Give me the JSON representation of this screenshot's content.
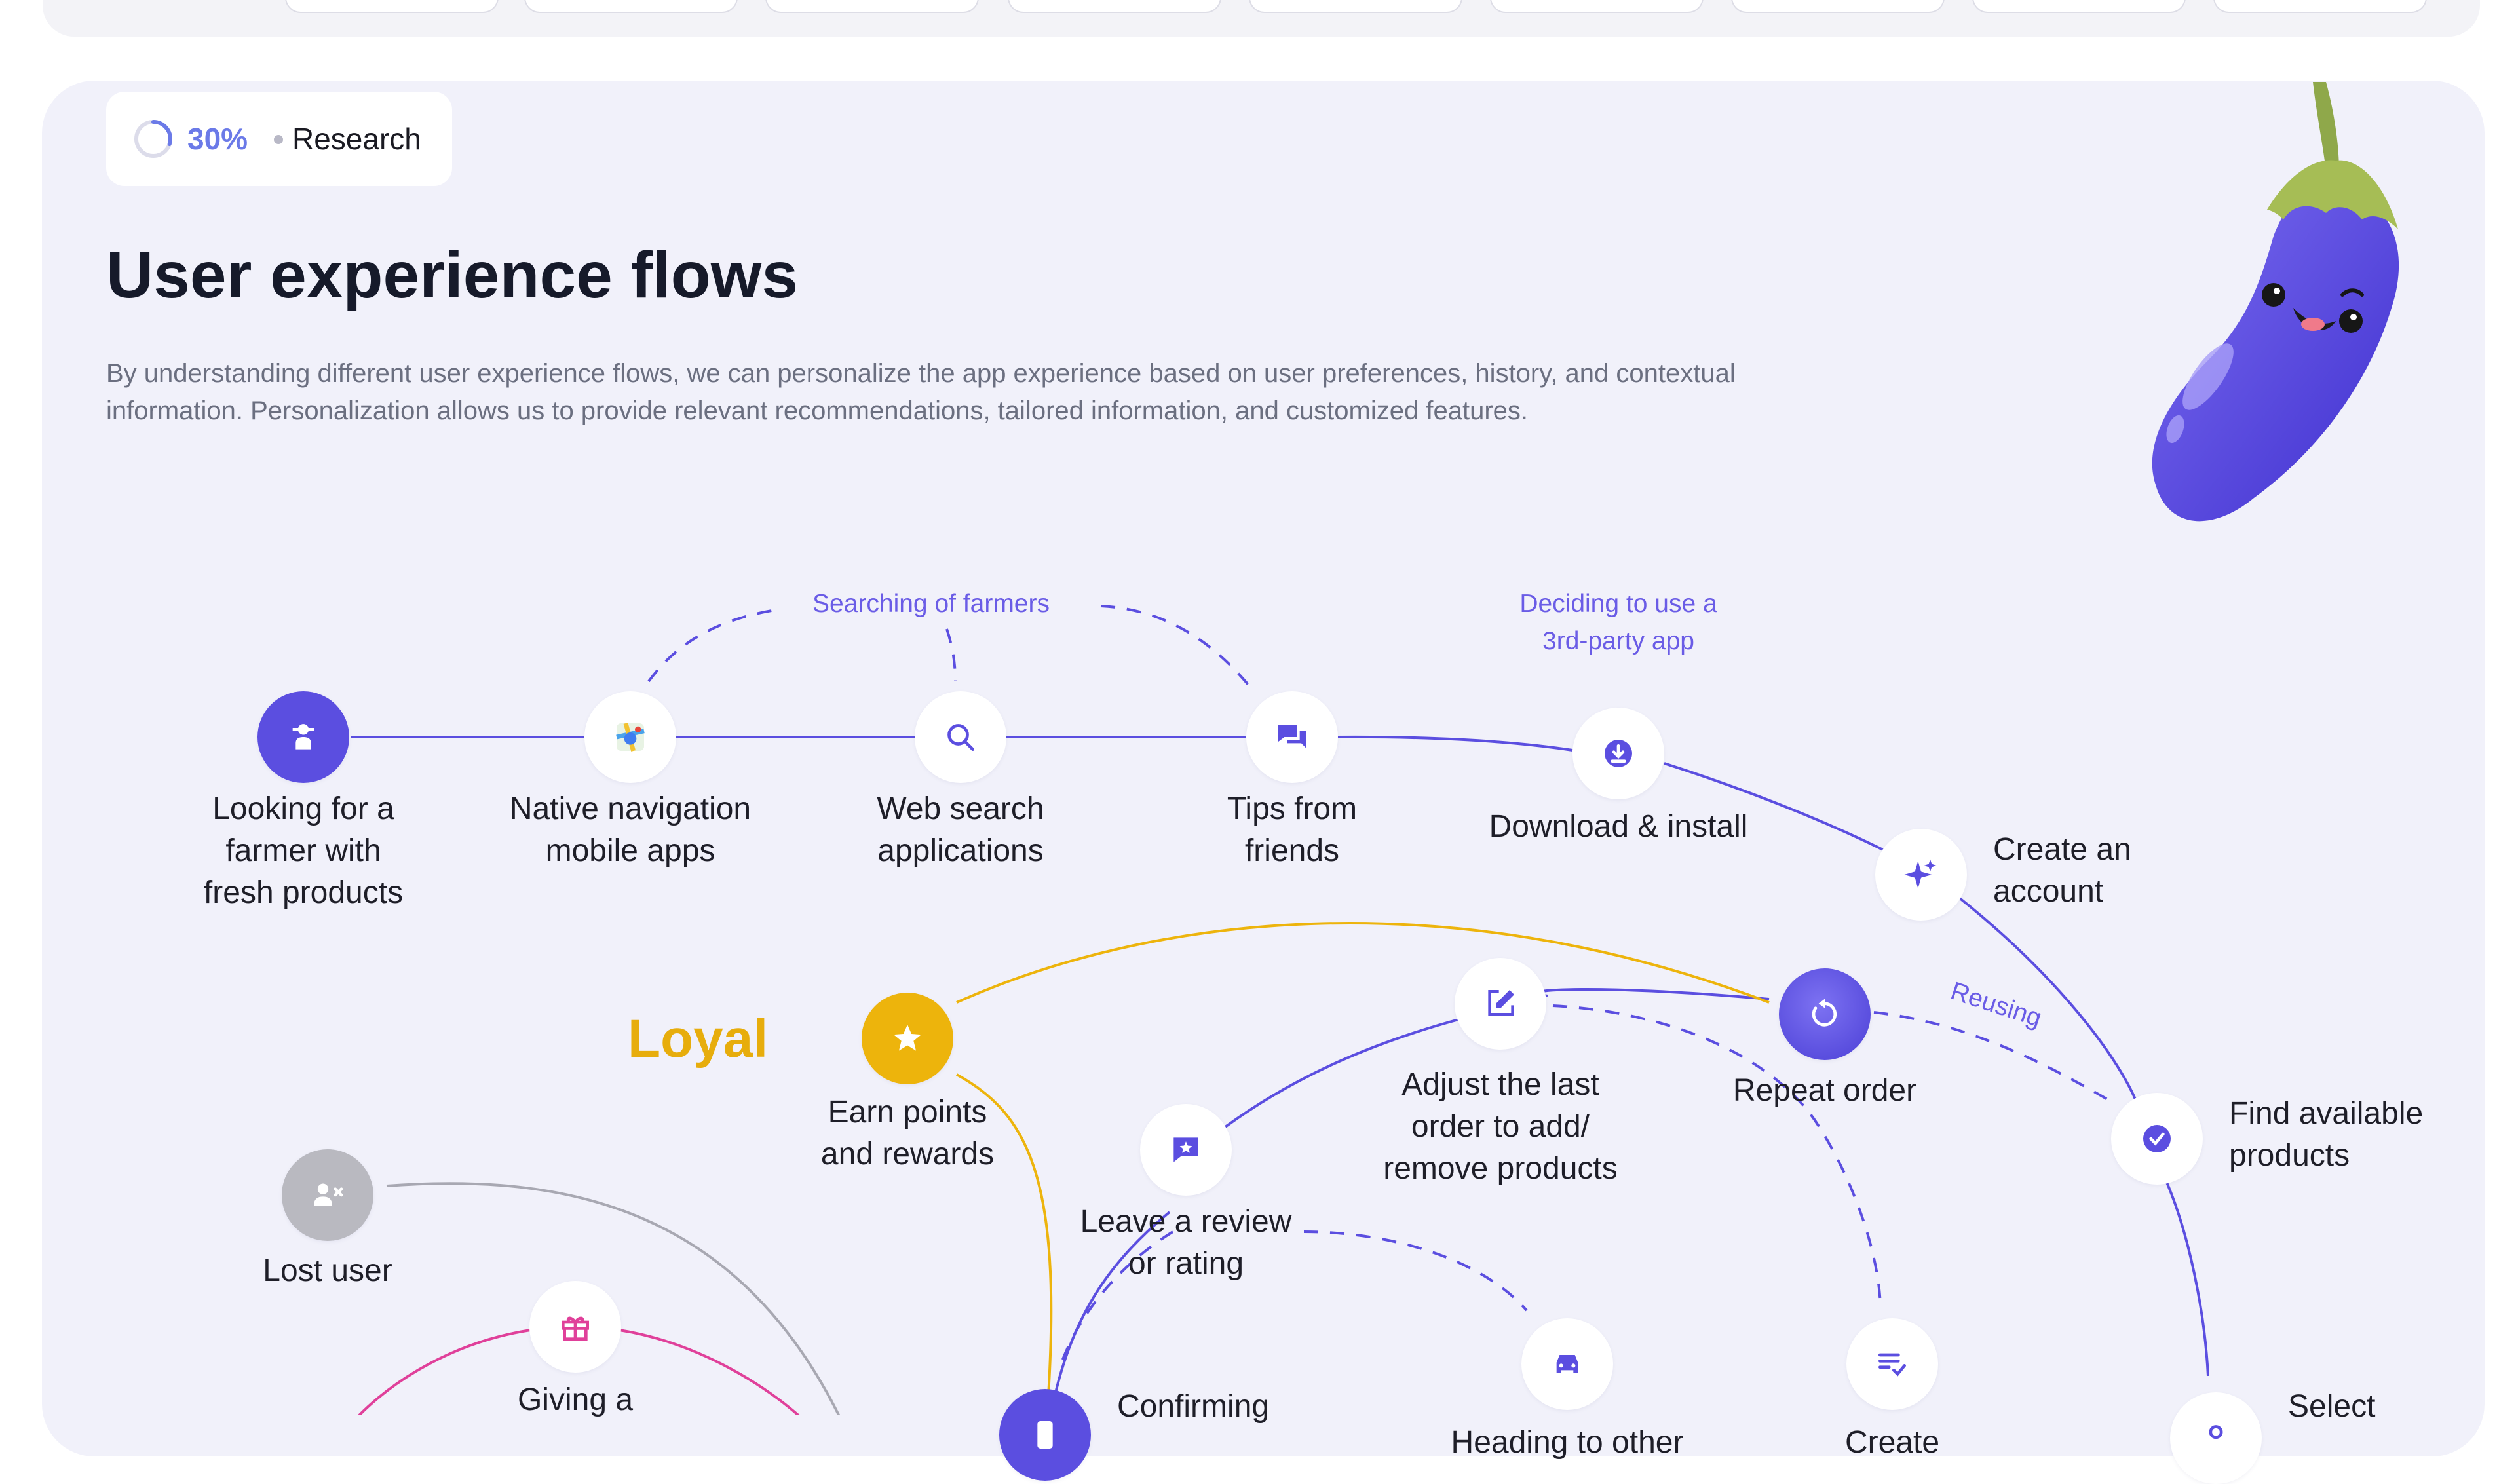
{
  "header": {
    "progress": {
      "percent_label": "30%",
      "value": 0.3,
      "stage": "Research"
    },
    "title": "User experience flows",
    "description": "By understanding different user experience flows, we can personalize the app experience based on user preferences, history, and contextual information. Personalization allows us to provide relevant recommendations, tailored information, and customized features."
  },
  "colors": {
    "accent": "#5b4ee0",
    "loyal": "#edb40c",
    "lost": "#b9b9c0",
    "gift": "#e0409a",
    "background": "#f1f1fa"
  },
  "flow": {
    "annotations": {
      "searching": "Searching of farmers",
      "deciding_line1": "Deciding to use a",
      "deciding_line2": "3rd-party app",
      "reusing": "Reusing"
    },
    "segment_loyal": "Loyal",
    "nodes": {
      "looking": {
        "icon": "farmer-icon",
        "line1": "Looking for a",
        "line2": "farmer with",
        "line3": "fresh products"
      },
      "native_nav": {
        "icon": "maps-app-icon",
        "line1": "Native navigation",
        "line2": "mobile apps"
      },
      "web_search": {
        "icon": "search-icon",
        "line1": "Web search",
        "line2": "applications"
      },
      "tips": {
        "icon": "chat-icon",
        "line1": "Tips from",
        "line2": "friends"
      },
      "download": {
        "icon": "download-icon",
        "line1": "Download & install"
      },
      "create_account": {
        "icon": "sparkles-icon",
        "line1": "Create an",
        "line2": "account"
      },
      "earn_points": {
        "icon": "star-icon",
        "line1": "Earn points",
        "line2": "and rewards"
      },
      "adjust_order": {
        "icon": "edit-icon",
        "line1": "Adjust the last",
        "line2": "order to add/",
        "line3": "remove products"
      },
      "repeat_order": {
        "icon": "refresh-icon",
        "line1": "Repeat order"
      },
      "find_products": {
        "icon": "check-circle-icon",
        "line1": "Find available",
        "line2": "products"
      },
      "lost_user": {
        "icon": "user-remove-icon",
        "line1": "Lost user"
      },
      "leave_review": {
        "icon": "review-icon",
        "line1": "Leave a review",
        "line2": "or rating"
      },
      "giving_gift": {
        "icon": "gift-icon",
        "line1": "Giving a"
      },
      "confirming": {
        "icon": "phone-icon",
        "line1": "Confirming"
      },
      "heading_other": {
        "icon": "car-icon",
        "line1": "Heading to other"
      },
      "create_list": {
        "icon": "list-check-icon",
        "line1": "Create"
      },
      "select": {
        "icon": "user-icon",
        "line1": "Select"
      }
    }
  }
}
